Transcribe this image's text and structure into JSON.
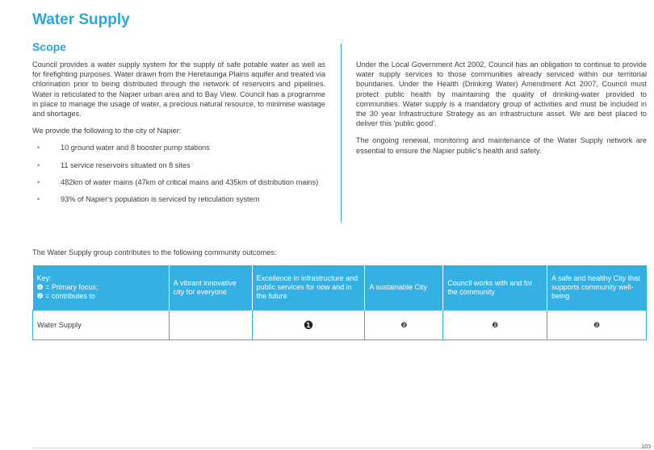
{
  "title": "Water Supply",
  "scope_heading": "Scope",
  "left": {
    "paragraph1": "Council provides a water supply system for the supply of safe potable water as well as for firefighting purposes. Water drawn from the Heretaunga Plains aquifer and treated via chlorination prior to being distributed through the network of reservoirs and pipelines. Water is reticulated to the Napier urban area and to Bay View. Council has a programme in place to manage the usage of water, a precious natural resource, to minimise wastage and shortages.",
    "paragraph2": "We provide the following to the city of Napier:",
    "bullet_glyph": "•",
    "bullets": [
      "10 ground water and 8 booster pump stations",
      "11 service reservoirs situated on 8 sites",
      "482km of water mains (47km of critical mains and 435km of distribution mains)",
      "93% of Napier's population is serviced by reticulation system"
    ]
  },
  "right": {
    "paragraph1": "Under the Local Government Act 2002, Council has an obligation to continue to provide water supply services to those communities already serviced within our territorial boundaries. Under the Health (Drinking Water) Amendment Act 2007, Council must protect public health by maintaining the quality of drinking-water provided to communities. Water supply is a mandatory group of activities and must be included in the 30 year Infrastructure Strategy as an infrastructure asset. We are best placed to deliver this 'public good'.",
    "paragraph2": "The ongoing renewal, monitoring and maintenance of the Water Supply network are essential to ensure the Napier public's health and safety."
  },
  "outcomes_intro": "The Water Supply group contributes to the following community outcomes:",
  "table": {
    "key_title": "Key:",
    "key_primary": "❶ = Primary focus;",
    "key_contributes": "❷ = contributes to",
    "headers": [
      "A vibrant innovative city for everyone",
      "Excellence in infrastructure and public services for now and in the future",
      "A sustainable City",
      "Council works with and for the community",
      "A safe and healthy City that supports community well-being"
    ],
    "row": {
      "label": "Water Supply",
      "marks": [
        "",
        "❶",
        "❷",
        "❷",
        "❷"
      ]
    }
  },
  "page_number": "103"
}
